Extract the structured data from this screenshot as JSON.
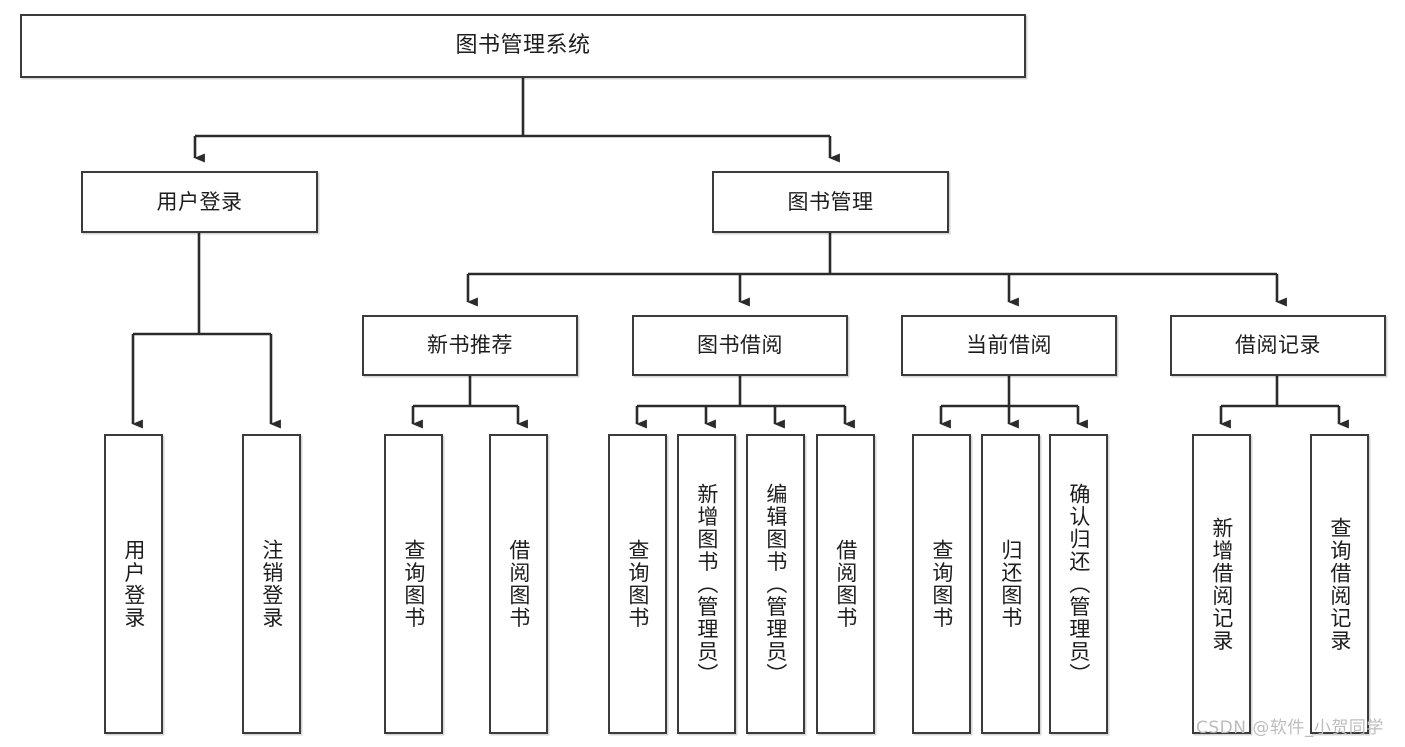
{
  "diagram": {
    "title": "图书管理系统",
    "type": "tree-hierarchy-chart",
    "colors": {
      "box_border": "#3b3b3b",
      "box_fill": "#ffffff",
      "connector": "#2b2b2b",
      "text": "#1d1d1d",
      "watermark": "#bdbdbd",
      "background": "#ffffff"
    },
    "root": {
      "id": "root",
      "label": "图书管理系统",
      "orientation": "horizontal"
    },
    "level1": [
      {
        "id": "user-login",
        "label": "用户登录",
        "orientation": "horizontal"
      },
      {
        "id": "book-management",
        "label": "图书管理",
        "orientation": "horizontal"
      }
    ],
    "level2": [
      {
        "id": "new-book-recommend",
        "label": "新书推荐",
        "parent": "book-management",
        "orientation": "horizontal"
      },
      {
        "id": "book-borrow",
        "label": "图书借阅",
        "parent": "book-management",
        "orientation": "horizontal"
      },
      {
        "id": "current-borrow",
        "label": "当前借阅",
        "parent": "book-management",
        "orientation": "horizontal"
      },
      {
        "id": "borrow-record",
        "label": "借阅记录",
        "parent": "book-management",
        "orientation": "horizontal"
      }
    ],
    "leaves": [
      {
        "id": "leaf-user-login",
        "label": "用户登录",
        "parent": "user-login",
        "orientation": "vertical"
      },
      {
        "id": "leaf-logout-login",
        "label": "注销登录",
        "parent": "user-login",
        "orientation": "vertical"
      },
      {
        "id": "leaf-query-book-1",
        "label": "查询图书",
        "parent": "new-book-recommend",
        "orientation": "vertical"
      },
      {
        "id": "leaf-borrow-book-1",
        "label": "借阅图书",
        "parent": "new-book-recommend",
        "orientation": "vertical"
      },
      {
        "id": "leaf-query-book-2",
        "label": "查询图书",
        "parent": "book-borrow",
        "orientation": "vertical"
      },
      {
        "id": "leaf-add-book",
        "label": "新增图书（管理员）",
        "parent": "book-borrow",
        "orientation": "vertical"
      },
      {
        "id": "leaf-edit-book",
        "label": "编辑图书（管理员）",
        "parent": "book-borrow",
        "orientation": "vertical"
      },
      {
        "id": "leaf-borrow-book-2",
        "label": "借阅图书",
        "parent": "book-borrow",
        "orientation": "vertical"
      },
      {
        "id": "leaf-query-book-3",
        "label": "查询图书",
        "parent": "current-borrow",
        "orientation": "vertical"
      },
      {
        "id": "leaf-return-book",
        "label": "归还图书",
        "parent": "current-borrow",
        "orientation": "vertical"
      },
      {
        "id": "leaf-confirm-return",
        "label": "确认归还（管理员）",
        "parent": "current-borrow",
        "orientation": "vertical"
      },
      {
        "id": "leaf-add-record",
        "label": "新增借阅记录",
        "parent": "borrow-record",
        "orientation": "vertical"
      },
      {
        "id": "leaf-query-record",
        "label": "查询借阅记录",
        "parent": "borrow-record",
        "orientation": "vertical"
      }
    ],
    "watermark": "CSDN @软件_小贺同学"
  }
}
